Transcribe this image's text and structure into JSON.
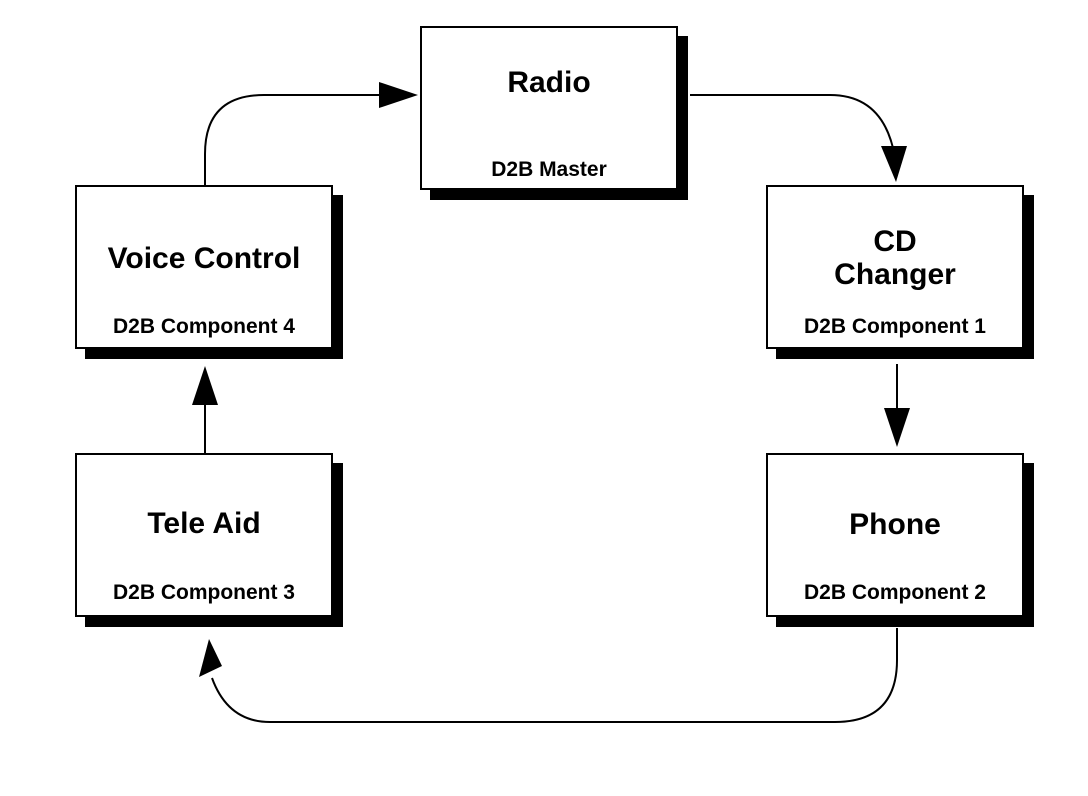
{
  "nodes": {
    "radio": {
      "title": "Radio",
      "subtitle": "D2B Master"
    },
    "cd_changer": {
      "title": "CD\nChanger",
      "subtitle": "D2B Component 1"
    },
    "phone": {
      "title": "Phone",
      "subtitle": "D2B Component 2"
    },
    "tele_aid": {
      "title": "Tele Aid",
      "subtitle": "D2B Component 3"
    },
    "voice_control": {
      "title": "Voice Control",
      "subtitle": "D2B Component 4"
    }
  },
  "colors": {
    "line": "#000000",
    "fill": "#ffffff",
    "shadow": "#000000"
  }
}
